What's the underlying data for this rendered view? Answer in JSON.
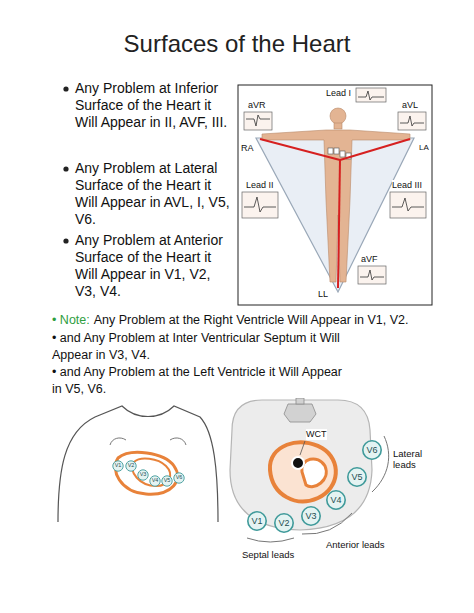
{
  "diagram": {
    "title": "Surfaces of the Heart",
    "nodes": [
      {
        "text": [
          "V1"
        ]
      },
      {
        "text": [
          "V2"
        ]
      },
      {
        "text": [
          "V3"
        ]
      },
      {
        "text": [
          "V4"
        ]
      },
      {
        "text": [
          "V5"
        ]
      },
      {
        "text": [
          "V6"
        ]
      },
      {
        "text": [
          "V1"
        ]
      },
      {
        "text": [
          "V2"
        ]
      },
      {
        "text": [
          "V3"
        ]
      },
      {
        "text": [
          "V4"
        ]
      },
      {
        "text": [
          "V5"
        ]
      },
      {
        "text": [
          "V6"
        ]
      }
    ],
    "labels": [
      "Any Problem at Inferior Surface of the Heart it Will Appear in II, AVF, III.",
      "Any Problem at Lateral Surface of the Heart it Will Appear in AVL, I, V5, V6.",
      "Any Problem at Anterior Surface of the Heart it Will Appear in V1, V2, V3, V4.",
      "Lead I",
      "aVR",
      "aVL",
      "RA",
      "LA",
      "Lead II",
      "Lead III",
      "aVF",
      "LL",
      "• Note:",
      "Any Problem at the Right Ventricle Will Appear in V1, V2.",
      "• and Any Problem at Inter Ventricular Septum it Will Appear in V3, V4.",
      "• and Any Problem at the Left Ventricle it Will Appear in V5, V6.",
      "WCT",
      "Lateral leads",
      "Anterior leads",
      "Septal leads"
    ]
  }
}
